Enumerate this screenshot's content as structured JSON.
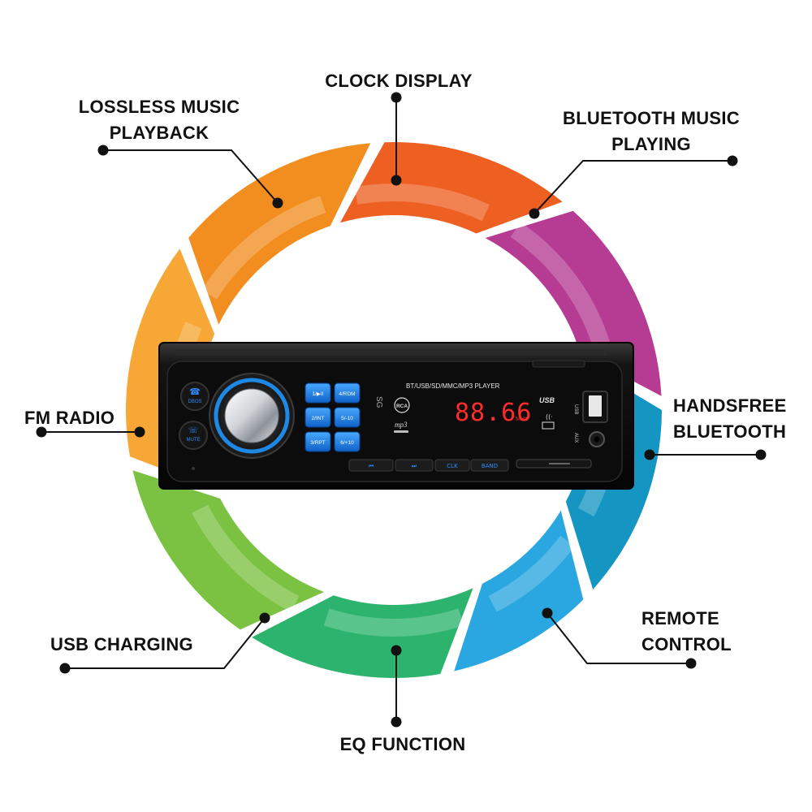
{
  "ring": {
    "colors": [
      "#ee5f22",
      "#b63b93",
      "#1596c2",
      "#2aa6e0",
      "#2cb46e",
      "#7cc242",
      "#f6a735",
      "#f28d1f"
    ]
  },
  "features": [
    {
      "id": "clock-display",
      "lines": [
        "CLOCK DISPLAY"
      ]
    },
    {
      "id": "lossless-music-playback",
      "lines": [
        "LOSSLESS MUSIC",
        "PLAYBACK"
      ]
    },
    {
      "id": "bluetooth-music-playing",
      "lines": [
        "BLUETOOTH MUSIC",
        "PLAYING"
      ]
    },
    {
      "id": "fm-radio",
      "lines": [
        "FM RADIO"
      ]
    },
    {
      "id": "handsfree-bluetooth",
      "lines": [
        "HANDSFREE",
        "BLUETOOTH"
      ]
    },
    {
      "id": "usb-charging",
      "lines": [
        "USB CHARGING"
      ]
    },
    {
      "id": "remote-control",
      "lines": [
        "REMOTE",
        "CONTROL"
      ]
    },
    {
      "id": "eq-function",
      "lines": [
        "EQ FUNCTION"
      ]
    }
  ],
  "device": {
    "title": "BT/USB/SD/MMC/MP3 PLAYER",
    "display_value": "88.66",
    "display_unit": "MHz",
    "display_color": "#ff2a2a",
    "accent_color": "#1e88e5",
    "left_buttons": [
      {
        "label": "DBOS",
        "icon": "phone-icon"
      },
      {
        "label": "MUTE",
        "icon": "phone-hangup-icon"
      }
    ],
    "preset_buttons": [
      "1/▶II",
      "4/RDM",
      "2/INT",
      "5/-10",
      "3/RPT",
      "6/+10"
    ],
    "bottom_buttons": [
      "⏮",
      "⏭",
      "CLK",
      "BAND"
    ],
    "badges": {
      "rca": "RCA",
      "mp3": "mp3",
      "usb_logo": "USB",
      "usb_port": "USB",
      "aux_port": "AUX",
      "brand": "SG"
    }
  }
}
